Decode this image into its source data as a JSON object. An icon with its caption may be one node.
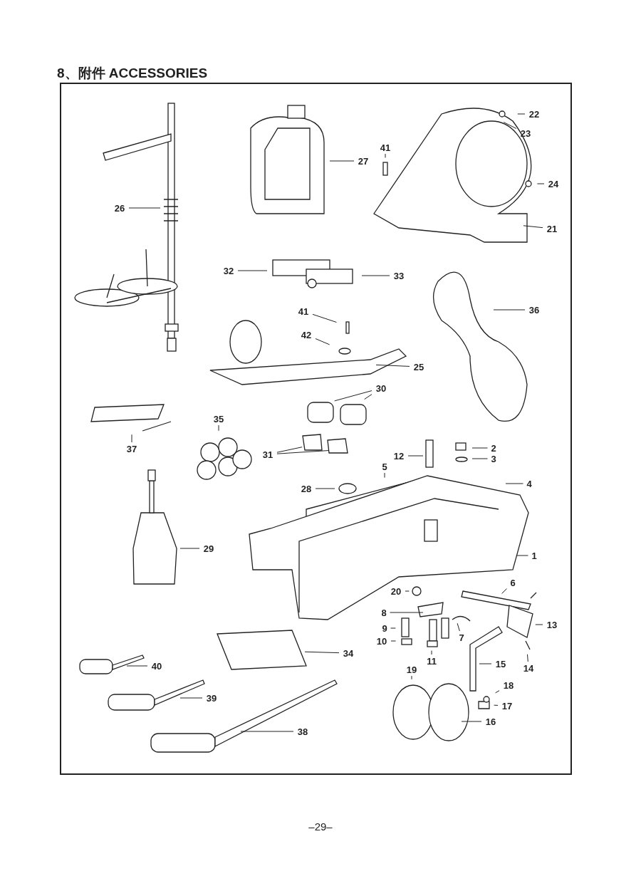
{
  "diagram": {
    "title": "8、附件 ACCESSORIES",
    "nodes": [
      {
        "text": [
          "22"
        ]
      },
      {
        "text": [
          "23"
        ]
      },
      {
        "text": [
          "41"
        ]
      },
      {
        "text": [
          "27"
        ]
      },
      {
        "text": [
          "24"
        ]
      },
      {
        "text": [
          "26"
        ]
      },
      {
        "text": [
          "21"
        ]
      },
      {
        "text": [
          "32"
        ]
      },
      {
        "text": [
          "33"
        ]
      },
      {
        "text": [
          "36"
        ]
      },
      {
        "text": [
          "41"
        ]
      },
      {
        "text": [
          "42"
        ]
      },
      {
        "text": [
          "25"
        ]
      },
      {
        "text": [
          "30"
        ]
      },
      {
        "text": [
          "37"
        ]
      },
      {
        "text": [
          "35"
        ]
      },
      {
        "text": [
          "31"
        ]
      },
      {
        "text": [
          "12"
        ]
      },
      {
        "text": [
          "2"
        ]
      },
      {
        "text": [
          "3"
        ]
      },
      {
        "text": [
          "5"
        ]
      },
      {
        "text": [
          "28"
        ]
      },
      {
        "text": [
          "4"
        ]
      },
      {
        "text": [
          "29"
        ]
      },
      {
        "text": [
          "1"
        ]
      },
      {
        "text": [
          "6"
        ]
      },
      {
        "text": [
          "20"
        ]
      },
      {
        "text": [
          "8"
        ]
      },
      {
        "text": [
          "13"
        ]
      },
      {
        "text": [
          "9"
        ]
      },
      {
        "text": [
          "7"
        ]
      },
      {
        "text": [
          "10"
        ]
      },
      {
        "text": [
          "34"
        ]
      },
      {
        "text": [
          "11"
        ]
      },
      {
        "text": [
          "14"
        ]
      },
      {
        "text": [
          "40"
        ]
      },
      {
        "text": [
          "15"
        ]
      },
      {
        "text": [
          "19"
        ]
      },
      {
        "text": [
          "18"
        ]
      },
      {
        "text": [
          "39"
        ]
      },
      {
        "text": [
          "17"
        ]
      },
      {
        "text": [
          "16"
        ]
      },
      {
        "text": [
          "38"
        ]
      }
    ],
    "edges": [
      {
        "from": 0,
        "to": null,
        "arrow": "none"
      },
      {
        "from": 1,
        "to": null,
        "arrow": "none"
      },
      {
        "from": 2,
        "to": null,
        "arrow": "none"
      },
      {
        "from": 3,
        "to": null,
        "arrow": "none"
      },
      {
        "from": 4,
        "to": null,
        "arrow": "none"
      },
      {
        "from": 5,
        "to": null,
        "arrow": "none"
      },
      {
        "from": 6,
        "to": null,
        "arrow": "none"
      },
      {
        "from": 7,
        "to": null,
        "arrow": "none"
      },
      {
        "from": 8,
        "to": null,
        "arrow": "none"
      },
      {
        "from": 9,
        "to": null,
        "arrow": "none"
      },
      {
        "from": 10,
        "to": null,
        "arrow": "none"
      },
      {
        "from": 11,
        "to": null,
        "arrow": "none"
      },
      {
        "from": 12,
        "to": null,
        "arrow": "none"
      },
      {
        "from": 13,
        "to": null,
        "arrow": "none"
      },
      {
        "from": 13,
        "to": null,
        "arrow": "none"
      },
      {
        "from": 14,
        "to": null,
        "arrow": "none"
      },
      {
        "from": 15,
        "to": null,
        "arrow": "none"
      },
      {
        "from": 16,
        "to": null,
        "arrow": "none"
      },
      {
        "from": 16,
        "to": null,
        "arrow": "none"
      },
      {
        "from": 17,
        "to": null,
        "arrow": "none"
      },
      {
        "from": 18,
        "to": null,
        "arrow": "none"
      },
      {
        "from": 19,
        "to": null,
        "arrow": "none"
      },
      {
        "from": 20,
        "to": null,
        "arrow": "none"
      },
      {
        "from": 21,
        "to": null,
        "arrow": "none"
      },
      {
        "from": 22,
        "to": null,
        "arrow": "none"
      },
      {
        "from": 23,
        "to": null,
        "arrow": "none"
      },
      {
        "from": 24,
        "to": null,
        "arrow": "none"
      },
      {
        "from": 25,
        "to": null,
        "arrow": "none"
      },
      {
        "from": 26,
        "to": null,
        "arrow": "none"
      },
      {
        "from": 27,
        "to": null,
        "arrow": "none"
      },
      {
        "from": 28,
        "to": null,
        "arrow": "none"
      },
      {
        "from": 29,
        "to": null,
        "arrow": "none"
      },
      {
        "from": 30,
        "to": null,
        "arrow": "none"
      },
      {
        "from": 31,
        "to": null,
        "arrow": "none"
      },
      {
        "from": 32,
        "to": null,
        "arrow": "none"
      },
      {
        "from": 33,
        "to": null,
        "arrow": "none"
      },
      {
        "from": 34,
        "to": null,
        "arrow": "none"
      },
      {
        "from": 35,
        "to": null,
        "arrow": "none"
      },
      {
        "from": 36,
        "to": null,
        "arrow": "none"
      },
      {
        "from": 37,
        "to": null,
        "arrow": "none"
      },
      {
        "from": 38,
        "to": null,
        "arrow": "none"
      },
      {
        "from": 39,
        "to": null,
        "arrow": "none"
      },
      {
        "from": 40,
        "to": null,
        "arrow": "none"
      },
      {
        "from": 41,
        "to": null,
        "arrow": "none"
      },
      {
        "from": 42,
        "to": null,
        "arrow": "none"
      }
    ],
    "labels": [
      "–29–"
    ]
  }
}
